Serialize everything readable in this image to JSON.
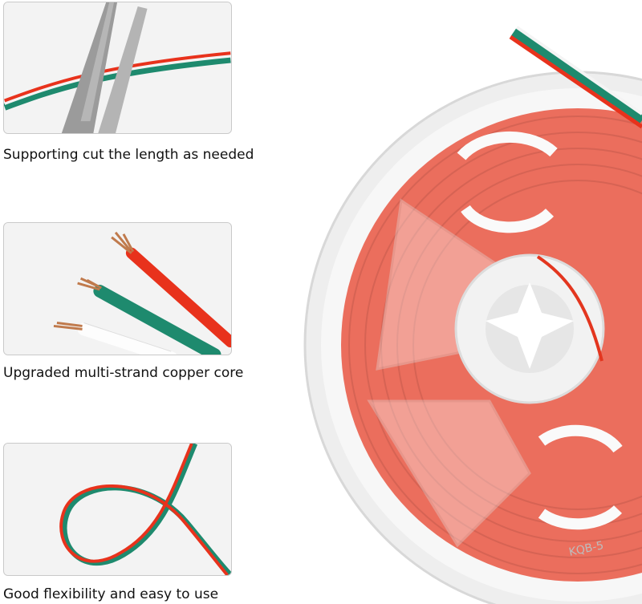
{
  "features": [
    {
      "caption": "Supporting cut the length as needed",
      "image": "scissors-cutting-wire"
    },
    {
      "caption": "Upgraded multi-strand copper core",
      "image": "stripped-wire-ends"
    },
    {
      "caption": "Good flexibility and easy to use",
      "image": "wire-loop"
    }
  ],
  "product": {
    "image": "wire-spool",
    "spool_label": "KQB-5"
  },
  "colors": {
    "wire_red": "#e8321c",
    "wire_green": "#1e8a6e",
    "wire_white": "#f4f4f4",
    "copper": "#c07a4c",
    "spool": "#ececec"
  }
}
